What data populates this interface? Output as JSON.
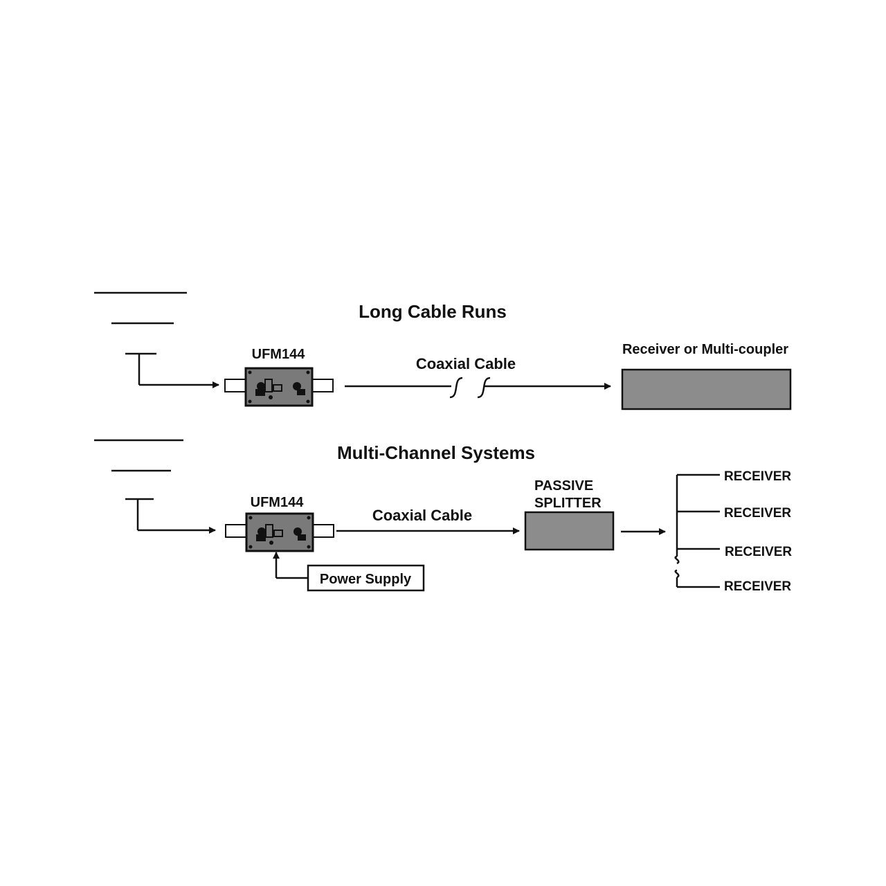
{
  "sections": [
    {
      "title": "Long Cable Runs",
      "device_label": "UFM144",
      "cable_label": "Coaxial Cable",
      "destination_label": "Receiver or Multi-coupler"
    },
    {
      "title": "Multi-Channel Systems",
      "device_label": "UFM144",
      "cable_label": "Coaxial Cable",
      "splitter_label_line1": "PASSIVE",
      "splitter_label_line2": "SPLITTER",
      "power_supply_label": "Power Supply",
      "receivers": [
        "RECEIVER",
        "RECEIVER",
        "RECEIVER",
        "RECEIVER"
      ]
    }
  ],
  "colors": {
    "ink": "#111111",
    "box_fill": "#8c8c8c",
    "device_fill": "#7a7a7a"
  }
}
